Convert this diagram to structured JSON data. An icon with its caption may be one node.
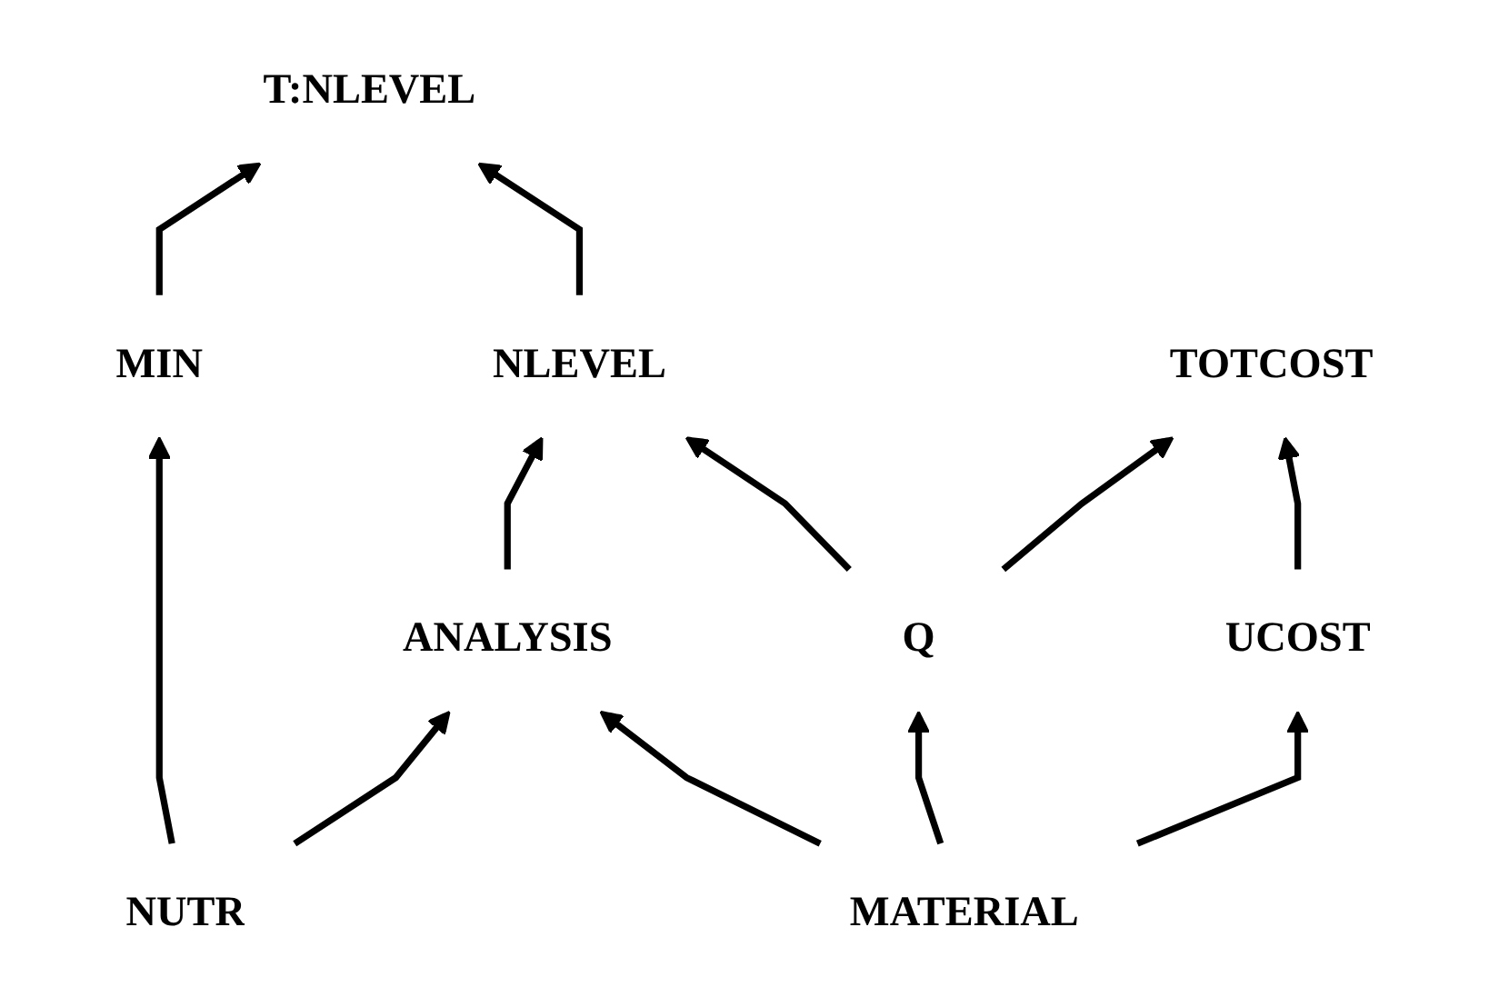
{
  "diagram": {
    "nodes": [
      {
        "text": [
          "T:NLEVEL"
        ]
      },
      {
        "text": [
          "NLEVEL"
        ]
      },
      {
        "text": [
          "TOTCOST"
        ]
      },
      {
        "text": [
          "MIN"
        ]
      },
      {
        "text": [
          "ANALYSIS"
        ]
      },
      {
        "text": [
          "Q"
        ]
      },
      {
        "text": [
          "UCOST"
        ]
      },
      {
        "text": [
          "NUTR"
        ]
      },
      {
        "text": [
          "MATERIAL"
        ]
      }
    ],
    "edges": [
      {
        "from": 3,
        "to": 0,
        "arrow": "to"
      },
      {
        "from": 1,
        "to": 0,
        "arrow": "to"
      },
      {
        "from": 4,
        "to": 1,
        "arrow": "to"
      },
      {
        "from": 5,
        "to": 1,
        "arrow": "to"
      },
      {
        "from": 5,
        "to": 2,
        "arrow": "to"
      },
      {
        "from": 6,
        "to": 2,
        "arrow": "to"
      },
      {
        "from": 7,
        "to": 3,
        "arrow": "to"
      },
      {
        "from": 7,
        "to": 4,
        "arrow": "to"
      },
      {
        "from": 8,
        "to": 4,
        "arrow": "to"
      },
      {
        "from": 8,
        "to": 5,
        "arrow": "to"
      },
      {
        "from": 8,
        "to": 6,
        "arrow": "to"
      }
    ]
  }
}
